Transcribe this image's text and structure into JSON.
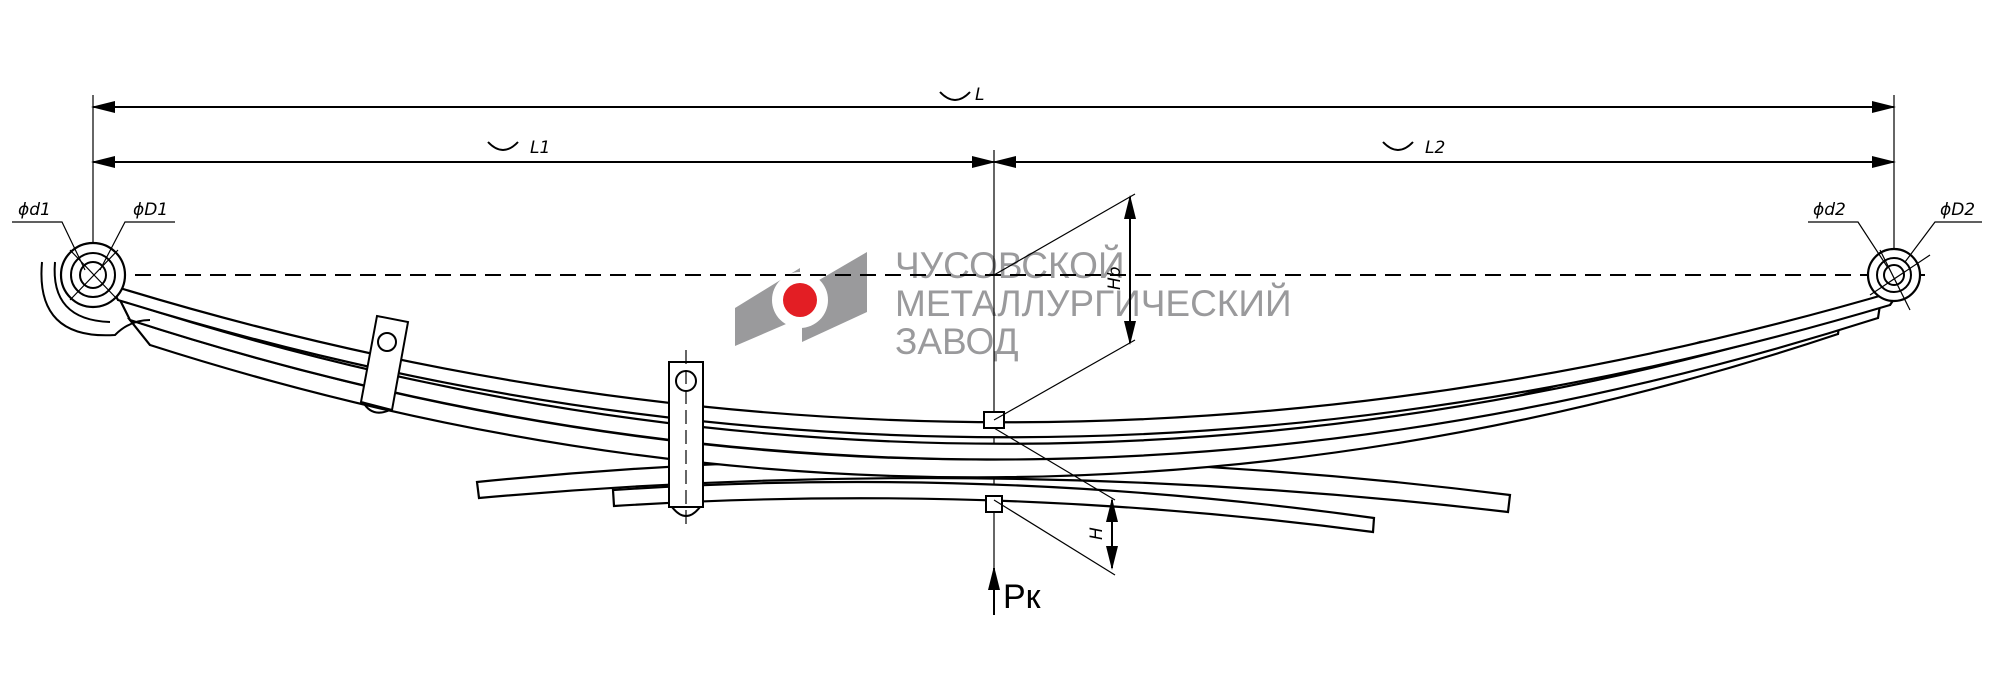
{
  "dimensions": {
    "total_length": "L",
    "length_1": "L1",
    "length_2": "L2",
    "eye1_inner_diameter": "ϕd1",
    "eye1_outer_diameter": "ϕD1",
    "eye2_inner_diameter": "ϕd2",
    "eye2_outer_diameter": "ϕD2",
    "free_height": "Hb",
    "height": "H",
    "load": "Pк"
  },
  "logo": {
    "line1": "ЧУСОВСКОЙ",
    "line2": "МЕТАЛЛУРГИЧЕСКИЙ",
    "line3": "ЗАВОД",
    "accent_color": "#e31e24",
    "gray_color": "#9a9a9c"
  }
}
